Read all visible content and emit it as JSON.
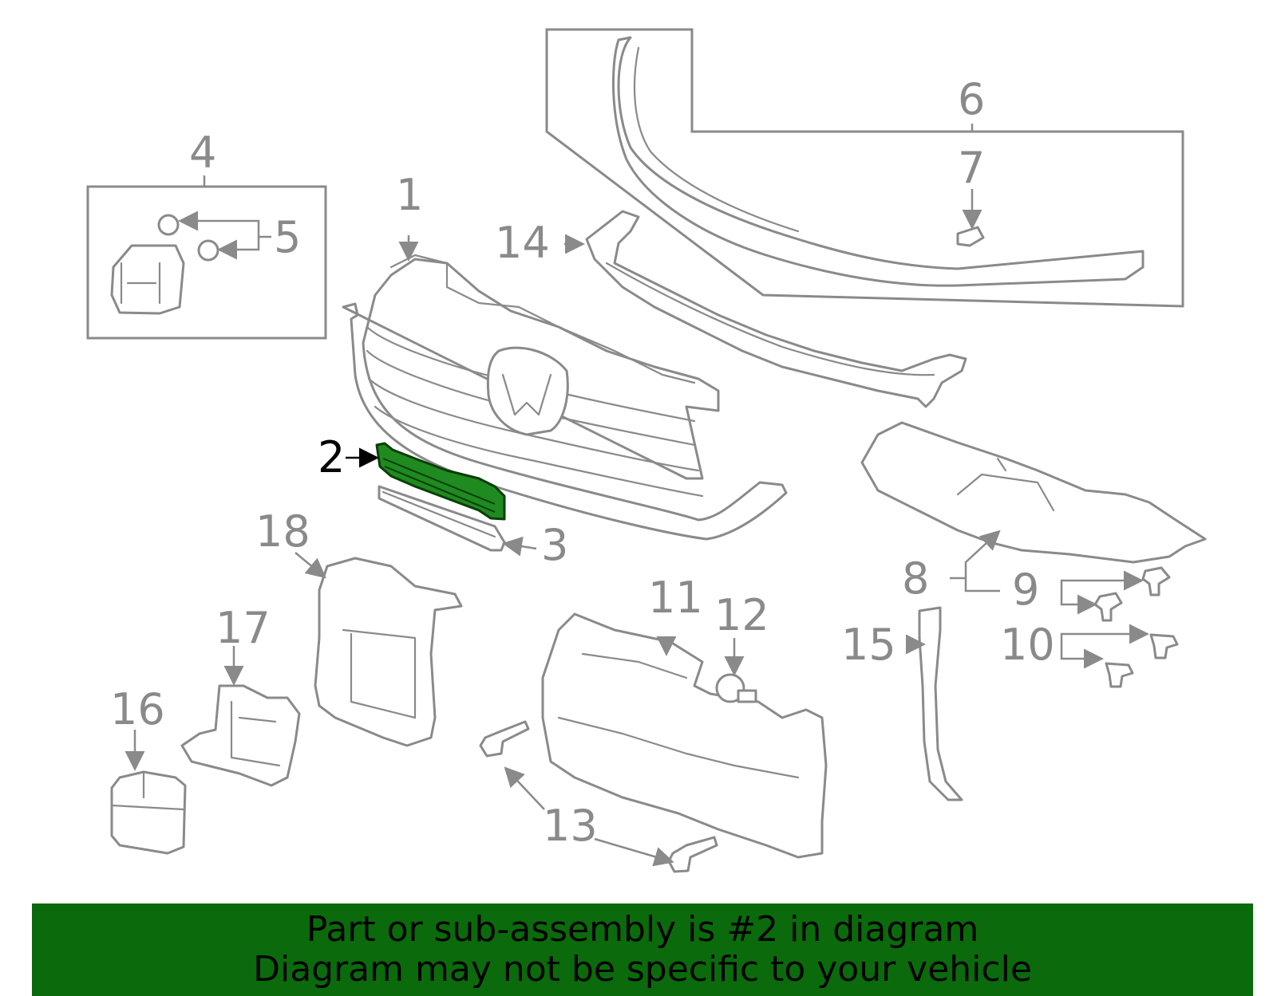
{
  "callouts": {
    "c1": "1",
    "c2": "2",
    "c3": "3",
    "c4": "4",
    "c5": "5",
    "c6": "6",
    "c7": "7",
    "c8": "8",
    "c9": "9",
    "c10": "10",
    "c11": "11",
    "c12": "12",
    "c13": "13",
    "c14": "14",
    "c15": "15",
    "c16": "16",
    "c17": "17",
    "c18": "18"
  },
  "highlighted_part": "2",
  "colors": {
    "highlight_fill": "#1f8a1f",
    "banner_background": "#0b6a0b",
    "line_art": "#8a8a8a"
  },
  "banner": {
    "line1": "Part or sub-assembly is #2 in diagram",
    "line2": "Diagram may not be specific to your vehicle"
  }
}
